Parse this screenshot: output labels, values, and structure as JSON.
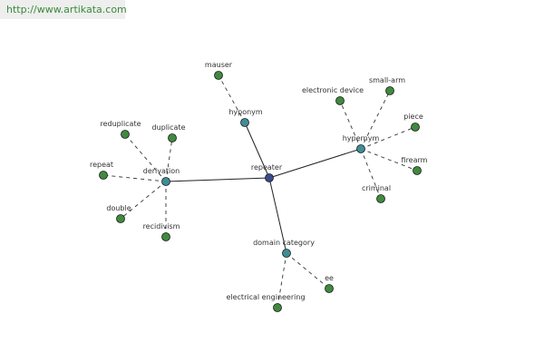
{
  "header": {
    "url": "http://www.artikata.com"
  },
  "colors": {
    "center": "#3b4a8c",
    "hub": "#3e8e96",
    "leaf": "#3f8a3f",
    "solid_edge": "#222222",
    "dashed_edge": "#333333"
  },
  "graph": {
    "nodes": [
      {
        "id": "repeater",
        "label": "repeater",
        "kind": "center"
      },
      {
        "id": "hyponym",
        "label": "hyponym",
        "kind": "hub"
      },
      {
        "id": "hypernym",
        "label": "hypernym",
        "kind": "hub"
      },
      {
        "id": "derivation",
        "label": "derivation",
        "kind": "hub"
      },
      {
        "id": "domain-category",
        "label": "domain category",
        "kind": "hub"
      },
      {
        "id": "mauser",
        "label": "mauser",
        "kind": "leaf"
      },
      {
        "id": "electronic-device",
        "label": "electronic device",
        "kind": "leaf"
      },
      {
        "id": "small-arm",
        "label": "small-arm",
        "kind": "leaf"
      },
      {
        "id": "piece",
        "label": "piece",
        "kind": "leaf"
      },
      {
        "id": "firearm",
        "label": "firearm",
        "kind": "leaf"
      },
      {
        "id": "criminal",
        "label": "criminal",
        "kind": "leaf"
      },
      {
        "id": "reduplicate",
        "label": "reduplicate",
        "kind": "leaf"
      },
      {
        "id": "duplicate",
        "label": "duplicate",
        "kind": "leaf"
      },
      {
        "id": "repeat",
        "label": "repeat",
        "kind": "leaf"
      },
      {
        "id": "double",
        "label": "double",
        "kind": "leaf"
      },
      {
        "id": "recidivism",
        "label": "recidivism",
        "kind": "leaf"
      },
      {
        "id": "ee",
        "label": "ee",
        "kind": "leaf"
      },
      {
        "id": "electrical-engineering",
        "label": "electrical engineering",
        "kind": "leaf"
      }
    ],
    "edges": [
      {
        "from": "repeater",
        "to": "hyponym",
        "style": "solid"
      },
      {
        "from": "repeater",
        "to": "hypernym",
        "style": "solid"
      },
      {
        "from": "repeater",
        "to": "derivation",
        "style": "solid"
      },
      {
        "from": "repeater",
        "to": "domain-category",
        "style": "solid"
      },
      {
        "from": "hyponym",
        "to": "mauser",
        "style": "dashed"
      },
      {
        "from": "hypernym",
        "to": "electronic-device",
        "style": "dashed"
      },
      {
        "from": "hypernym",
        "to": "small-arm",
        "style": "dashed"
      },
      {
        "from": "hypernym",
        "to": "piece",
        "style": "dashed"
      },
      {
        "from": "hypernym",
        "to": "firearm",
        "style": "dashed"
      },
      {
        "from": "hypernym",
        "to": "criminal",
        "style": "dashed"
      },
      {
        "from": "derivation",
        "to": "reduplicate",
        "style": "dashed"
      },
      {
        "from": "derivation",
        "to": "duplicate",
        "style": "dashed"
      },
      {
        "from": "derivation",
        "to": "repeat",
        "style": "dashed"
      },
      {
        "from": "derivation",
        "to": "double",
        "style": "dashed"
      },
      {
        "from": "derivation",
        "to": "recidivism",
        "style": "dashed"
      },
      {
        "from": "domain-category",
        "to": "ee",
        "style": "dashed"
      },
      {
        "from": "domain-category",
        "to": "electrical-engineering",
        "style": "dashed"
      }
    ]
  }
}
